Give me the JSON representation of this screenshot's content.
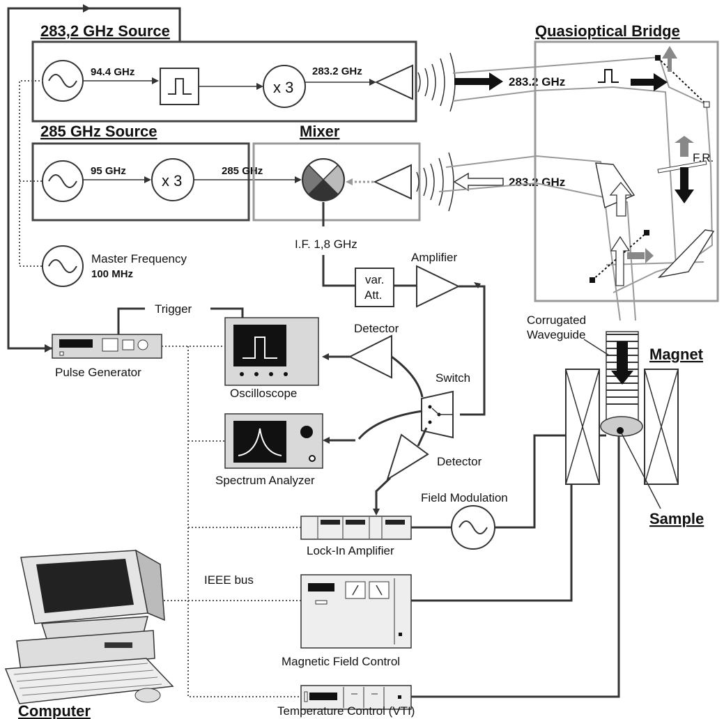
{
  "titles": {
    "src283": "283,2 GHz Source",
    "src285": "285 GHz Source",
    "mixer": "Mixer",
    "bridge": "Quasioptical Bridge",
    "magnet": "Magnet",
    "sample": "Sample",
    "computer": "Computer"
  },
  "labels": {
    "f944": "94.4 GHz",
    "x3a": "x 3",
    "out2832": "283.2 GHz",
    "beam_out": "283.2 GHz",
    "f95": "95 GHz",
    "x3b": "x 3",
    "f285": "285 GHz",
    "beam_in": "283.2 GHz",
    "if": "I.F. 1,8 GHz",
    "master1": "Master Frequency",
    "master2": "100 MHz",
    "amplifier": "Amplifier",
    "varatt1": "var.",
    "varatt2": "Att.",
    "trigger": "Trigger",
    "pulse_gen": "Pulse Generator",
    "detector1": "Detector",
    "oscilloscope": "Oscilloscope",
    "switch": "Switch",
    "spectrum": "Spectrum Analyzer",
    "detector2": "Detector",
    "field_mod": "Field Modulation",
    "lockin": "Lock-In Amplifier",
    "ieee": "IEEE bus",
    "mag_ctrl": "Magnetic Field Control",
    "temp_ctrl": "Temperature Control (VTI)",
    "corr1": "Corrugated",
    "corr2": "Waveguide",
    "fr": "F.R."
  }
}
